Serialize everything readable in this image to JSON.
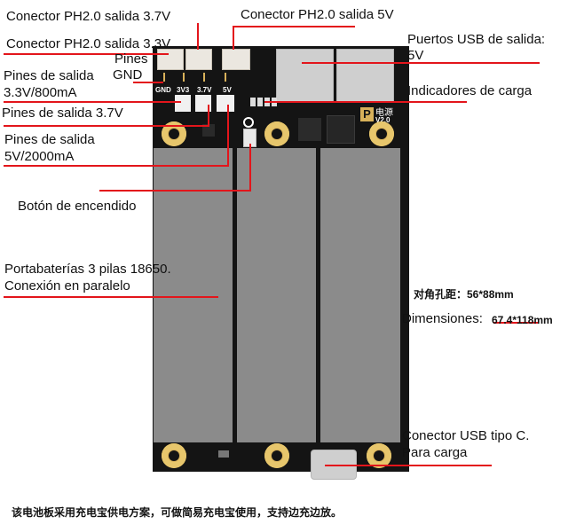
{
  "labels": {
    "ph_37": "Conector PH2.0 salida 3.7V",
    "ph_5": "Conector PH2.0 salida 5V",
    "ph_33": "Conector PH2.0 salida 3.3V",
    "gnd_line1": "Pines",
    "gnd_line2": "GND",
    "usb_out_line1": "Puertos USB de salida:",
    "usb_out_line2": "5V",
    "pins_33_line1": "Pines de salida",
    "pins_33_line2": "3.3V/800mA",
    "charge_ind": "Indicadores de carga",
    "pins_37": "Pines de salida 3.7V",
    "pins_5_line1": "Pines de salida",
    "pins_5_line2": "5V/2000mA",
    "power_button": "Botón de encendido",
    "holder_line1": "Portabaterías 3 pilas 18650.",
    "holder_line2": "Conexión en paralelo",
    "hole_spacing": "对角孔距：56*88mm",
    "dims_label": "Dimensiones:",
    "dims_value": "67.4*118mm",
    "usbc_line1": "Conector USB tipo C.",
    "usbc_line2": "Para carga",
    "footer": "该电池板采用充电宝供电方案，可做简易充电宝使用，支持边充边放。"
  },
  "board": {
    "pin_labels": [
      "GND",
      "3V3",
      "3.7V",
      "5V"
    ],
    "logo_char": "P",
    "logo_text": "电源",
    "version": "V2.0"
  },
  "colors": {
    "board": "#141414",
    "cell": "#8b8b8b",
    "callout_line": "#e3151b",
    "gold": "#d8b15a"
  }
}
